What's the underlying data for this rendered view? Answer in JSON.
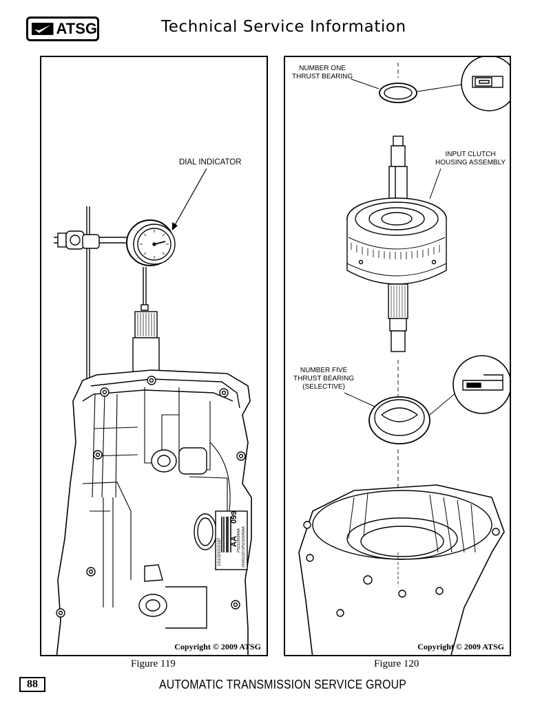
{
  "header": {
    "logo_text": "ATSG",
    "logo_icon": "checkmark-flag-icon",
    "title": "Technical Service Information"
  },
  "figures": [
    {
      "caption": "Figure 119",
      "copyright": "Copyright © 2009 ATSG",
      "callouts": [
        "DIAL INDICATOR"
      ],
      "label_text": {
        "part_number": "099",
        "barcode_line1": "1G1024310187",
        "barcode_line2": "P52119099AA",
        "barcode_code": "AA",
        "side_text": "2438101871P52119099AA"
      }
    },
    {
      "caption": "Figure 120",
      "copyright": "Copyright © 2009 ATSG",
      "callouts": [
        {
          "line1": "NUMBER ONE",
          "line2": "THRUST BEARING"
        },
        {
          "line1": "INPUT CLUTCH",
          "line2": "HOUSING ASSEMBLY"
        },
        {
          "line1": "NUMBER FIVE",
          "line2": "THRUST BEARING",
          "line3": "(SELECTIVE)"
        }
      ]
    }
  ],
  "footer": {
    "page_number": "88",
    "title": "AUTOMATIC TRANSMISSION SERVICE GROUP"
  }
}
